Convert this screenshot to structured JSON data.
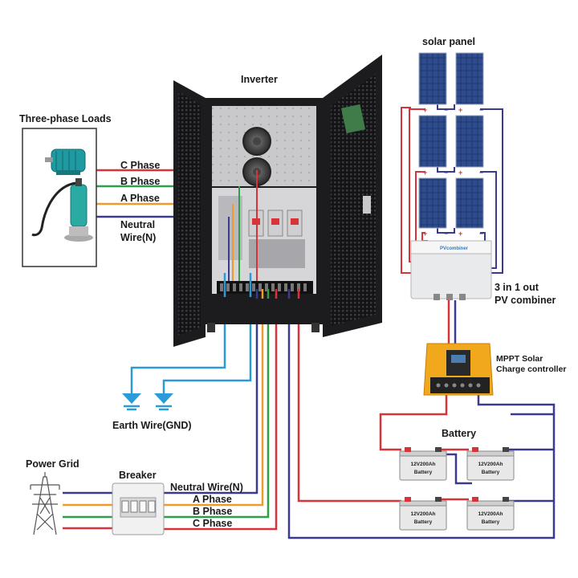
{
  "labels": {
    "solar_panel": "solar panel",
    "inverter": "Inverter",
    "three_phase_loads": "Three-phase Loads",
    "c_phase": "C Phase",
    "b_phase": "B Phase",
    "a_phase": "A Phase",
    "neutral_1": "Neutral",
    "neutral_2": "Wire(N)",
    "combiner_1": "3 in 1 out",
    "combiner_2": "PV combiner",
    "mppt_1": "MPPT Solar",
    "mppt_2": "Charge controller",
    "earth": "Earth Wire(GND)",
    "battery": "Battery",
    "power_grid": "Power Grid",
    "breaker": "Breaker",
    "grid_neutral": "Neutral Wire(N)",
    "grid_a": "A Phase",
    "grid_b": "B Phase",
    "grid_c": "C Phase"
  },
  "batteries": [
    {
      "line1": "12V200Ah",
      "line2": "Battery"
    },
    {
      "line1": "12V200Ah",
      "line2": "Battery"
    },
    {
      "line1": "12V200Ah",
      "line2": "Battery"
    },
    {
      "line1": "12V200Ah",
      "line2": "Battery"
    }
  ],
  "combiner_brand": "PVcombiner",
  "colors": {
    "c_phase": "#d9333a",
    "b_phase": "#2e9e48",
    "a_phase": "#ef9a2a",
    "neutral": "#3a3a90",
    "earth": "#2a9ad8",
    "dc_positive": "#d9333a",
    "dc_negative": "#3a3a90",
    "cabinet": "#1c1c1e",
    "controller": "#f2a81d",
    "solar_cell": "#24407a"
  },
  "icons": [
    "motor-icon",
    "pump-icon",
    "ground-icon",
    "tower-icon",
    "breaker-icon",
    "battery-icon",
    "solar-panel-icon"
  ]
}
